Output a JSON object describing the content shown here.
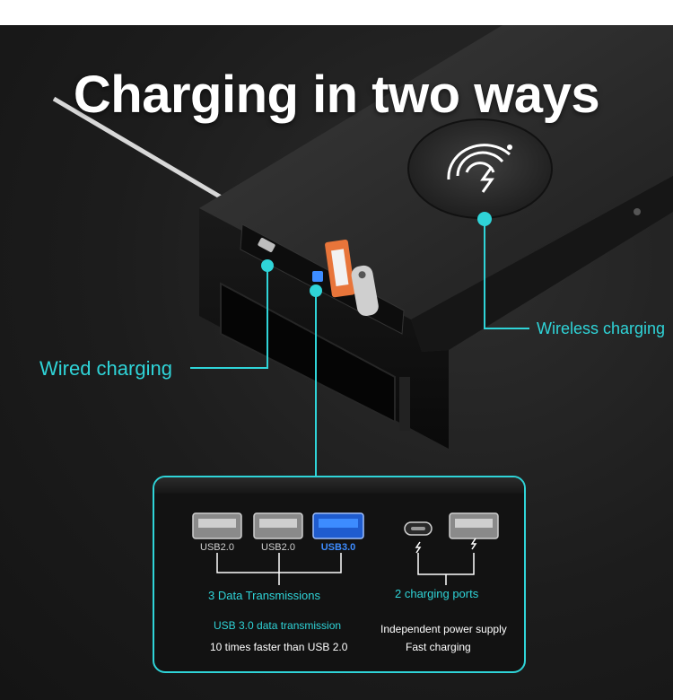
{
  "title": "Charging in two ways",
  "callouts": {
    "wireless": "Wireless charging",
    "wired": "Wired charging"
  },
  "ports": [
    {
      "label": "USB2.0",
      "type": "usb-a"
    },
    {
      "label": "USB2.0",
      "type": "usb-a"
    },
    {
      "label": "USB3.0",
      "type": "usb-a-blue"
    },
    {
      "label": "",
      "type": "usb-c"
    },
    {
      "label": "",
      "type": "usb-a"
    }
  ],
  "panel": {
    "data_group_label": "3 Data Transmissions",
    "charging_group_label": "2 charging ports",
    "usb3_note": "USB 3.0 data transmission",
    "speed_note": "10 times faster than USB 2.0",
    "power_note": "Independent power supply",
    "fast_note": "Fast charging"
  },
  "colors": {
    "accent": "#2fd4d8",
    "usb3": "#3d8cff",
    "usb_connector": "#e8753a"
  }
}
